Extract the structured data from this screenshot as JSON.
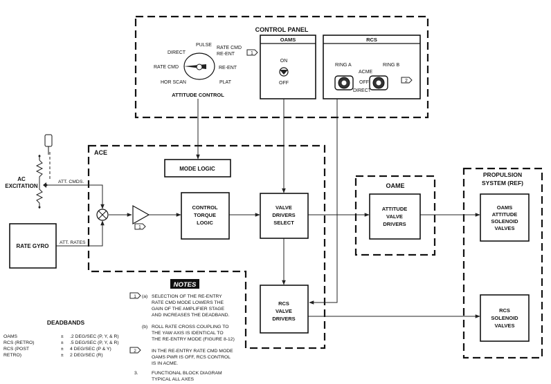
{
  "control_panel": {
    "title": "CONTROL PANEL",
    "oams_title": "OAMS",
    "rcs_title": "RCS",
    "attitude": {
      "pulse": "PULSE",
      "rate_cmd": "RATE CMD",
      "re_ent_top": "RE-ENT",
      "direct": "DIRECT",
      "rate_cmd_left": "RATE CMD",
      "re_ent_right": "RE-ENT",
      "hor_scan": "HOR SCAN",
      "plat": "PLAT",
      "label": "ATTITUDE CONTROL"
    },
    "oams_switch": {
      "on": "ON",
      "off": "OFF"
    },
    "rcs_switch": {
      "ring_a": "RING A",
      "ring_b": "RING B",
      "acme": "ACME",
      "off": "OFF",
      "direct": "DIRECT"
    },
    "note1_marker": "1",
    "note2_marker": "2"
  },
  "ace": {
    "title": "ACE"
  },
  "blocks": {
    "mode_logic": "MODE LOGIC",
    "control_torque": [
      "CONTROL",
      "TORQUE",
      "LOGIC"
    ],
    "valve_select": [
      "VALVE",
      "DRIVERS",
      "SELECT"
    ],
    "rcs_valve": [
      "RCS",
      "VALVE",
      "DRIVERS"
    ],
    "rate_gyro": "RATE GYRO",
    "oame_title": "OAME",
    "attitude_valve": [
      "ATTITUDE",
      "VALVE",
      "DRIVERS"
    ],
    "propulsion_title": [
      "PROPULSION",
      "SYSTEM (REF)"
    ],
    "oams_solenoid": [
      "OAMS",
      "ATTITUDE",
      "SOLENOID",
      "VALVES"
    ],
    "rcs_solenoid": [
      "RCS",
      "SOLENOID",
      "VALVES"
    ]
  },
  "signals": {
    "ac_excitation": [
      "AC",
      "EXCITATION"
    ],
    "att_cmds": "ATT. CMDS.",
    "att_rates": "ATT. RATES",
    "amp_marker": "1"
  },
  "notes": {
    "title": "NOTES",
    "n1a": {
      "marker": "1",
      "prefix": "(a)",
      "lines": [
        "SELECTION OF THE RE-ENTRY",
        "RATE CMD MODE LOWERS THE",
        "GAIN OF THE AMPLIFIER STAGE",
        "AND INCREASES THE DEADBAND."
      ]
    },
    "n1b": {
      "prefix": "(b)",
      "lines": [
        "ROLL RATE CROSS COUPLING TO",
        "THE YAW AXIS IS IDENTICAL TO",
        "THE RE-ENTRY MODE (FIGURE 8-12)"
      ]
    },
    "n2": {
      "marker": "2",
      "lines": [
        "IN THE RE-ENTRY RATE CMD MODE",
        "OAMS PWR IS OFF, RCS CONTROL",
        "IS IN ACME."
      ]
    },
    "n3": {
      "number": "3.",
      "lines": [
        "FUNCTIONAL BLOCK DIAGRAM",
        "TYPICAL ALL AXES"
      ]
    }
  },
  "deadbands": {
    "title": "DEADBANDS",
    "rows": [
      {
        "name": "OAMS",
        "sign": "±",
        "value": ".2 DEG/SEC (P, Y, & R)"
      },
      {
        "name": "RCS (RETRO)",
        "sign": "±",
        "value": ".5 DEG/SEC (P, Y, & R)"
      },
      {
        "name": "RCS (POST",
        "sign": "±",
        "value": "4 DEG/SEC (P & Y)"
      },
      {
        "name": "RETRO)",
        "sign": "±",
        "value": "2 DEG/SEC (R)"
      }
    ]
  }
}
